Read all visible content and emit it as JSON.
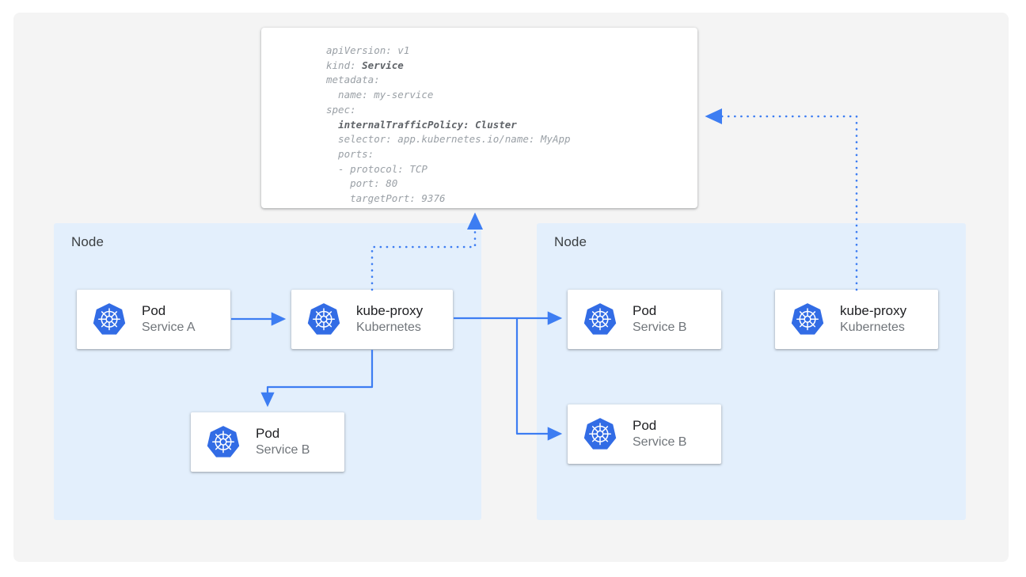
{
  "canvas": {
    "background": "#f4f4f4",
    "page_background": "#ffffff"
  },
  "colors": {
    "node_fill": "#e3effc",
    "card_fill": "#ffffff",
    "accent_blue": "#4285f4",
    "arrow_blue": "#3d7df2",
    "title_text": "#202124",
    "subtitle_text": "#70757a",
    "code_text": "#9aa0a6",
    "code_highlight": "#5f6368",
    "kubernetes_blue": "#326ce5"
  },
  "yaml_panel": {
    "name": "service-manifest",
    "code": "apiVersion: v1\nkind: §Service§\nmetadata:\n  name: my-service\nspec:\n  §internalTrafficPolicy: Cluster§\n  selector: app.kubernetes.io/name: MyApp\n  ports:\n  - protocol: TCP\n    port: 80\n    targetPort: 9376",
    "lines": [
      "apiVersion: v1",
      "kind: Service",
      "metadata:",
      "  name: my-service",
      "spec:",
      "  internalTrafficPolicy: Cluster",
      "  selector: app.kubernetes.io/name: MyApp",
      "  ports:",
      "  - protocol: TCP",
      "    port: 80",
      "    targetPort: 9376"
    ],
    "highlighted": [
      "Service",
      "internalTrafficPolicy: Cluster"
    ]
  },
  "nodes": [
    {
      "id": "node-left",
      "label": "Node"
    },
    {
      "id": "node-right",
      "label": "Node"
    }
  ],
  "cards": [
    {
      "id": "pod-service-a",
      "icon": "kubernetes-logo",
      "title": "Pod",
      "subtitle": "Service A"
    },
    {
      "id": "kube-proxy-left",
      "icon": "kubernetes-logo",
      "title": "kube-proxy",
      "subtitle": "Kubernetes"
    },
    {
      "id": "pod-service-b-left",
      "icon": "kubernetes-logo",
      "title": "Pod",
      "subtitle": "Service B"
    },
    {
      "id": "pod-service-b-right-top",
      "icon": "kubernetes-logo",
      "title": "Pod",
      "subtitle": "Service B"
    },
    {
      "id": "pod-service-b-right-bot",
      "icon": "kubernetes-logo",
      "title": "Pod",
      "subtitle": "Service B"
    },
    {
      "id": "kube-proxy-right",
      "icon": "kubernetes-logo",
      "title": "kube-proxy",
      "subtitle": "Kubernetes"
    }
  ],
  "connectors": [
    {
      "id": "pod-a-to-kube-proxy",
      "style": "solid",
      "kind": "arrow"
    },
    {
      "id": "kube-proxy-to-pod-b-local",
      "style": "solid",
      "kind": "arrow"
    },
    {
      "id": "kube-proxy-to-pod-b-remote-top",
      "style": "solid",
      "kind": "arrow"
    },
    {
      "id": "kube-proxy-to-pod-b-remote-bot",
      "style": "solid",
      "kind": "arrow"
    },
    {
      "id": "kube-proxy-left-to-manifest",
      "style": "dotted",
      "kind": "arrow"
    },
    {
      "id": "kube-proxy-right-to-manifest",
      "style": "dotted",
      "kind": "arrow"
    }
  ]
}
